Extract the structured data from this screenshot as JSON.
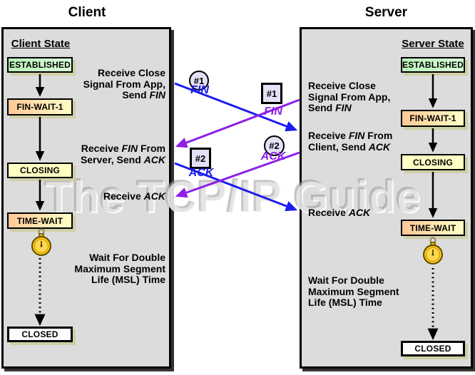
{
  "watermark": "The TCP/IP Guide",
  "colors": {
    "client_message_blue": "#1c1cee",
    "server_message_purple": "#8d1fe8",
    "panel_background": "#dcdcdc",
    "state_established_green": "#ccffcc",
    "state_transition_orange": "#ffcc99",
    "state_yellow": "#ffffc4",
    "marker_lavender": "#e4e1f6"
  },
  "client": {
    "title": "Client",
    "heading": "Client State",
    "states": {
      "established": "ESTABLISHED",
      "fin_wait_1": "FIN-WAIT-1",
      "closing": "CLOSING",
      "time_wait": "TIME-WAIT",
      "closed": "CLOSED"
    },
    "notes": {
      "close": {
        "l1": "Receive Close",
        "l2": "Signal From App,",
        "l3a": "Send ",
        "l3b": "FIN"
      },
      "recv_fin": {
        "l1a": "Receive ",
        "l1b": "FIN",
        "l1c": " From",
        "l2a": "Server, Send ",
        "l2b": "ACK"
      },
      "recv_ack": {
        "a": "Receive ",
        "b": "ACK"
      },
      "wait": {
        "l1": "Wait For Double",
        "l2": "Maximum Segment",
        "l3": "Life (MSL) Time"
      }
    }
  },
  "server": {
    "title": "Server",
    "heading": "Server State",
    "states": {
      "established": "ESTABLISHED",
      "fin_wait_1": "FIN-WAIT-1",
      "closing": "CLOSING",
      "time_wait": "TIME-WAIT",
      "closed": "CLOSED"
    },
    "notes": {
      "close": {
        "l1": "Receive Close",
        "l2": "Signal From App,",
        "l3a": "Send ",
        "l3b": "FIN"
      },
      "recv_fin": {
        "l1a": "Receive ",
        "l1b": "FIN",
        "l1c": " From",
        "l2a": "Client, Send ",
        "l2b": "ACK"
      },
      "recv_ack": {
        "a": "Receive ",
        "b": "ACK"
      },
      "wait": {
        "l1": "Wait For Double",
        "l2": "Maximum Segment",
        "l3": "Life (MSL) Time"
      }
    }
  },
  "messages": {
    "fin_client": {
      "id": "#1",
      "label": "FIN"
    },
    "fin_server": {
      "id": "#1",
      "label": "FIN"
    },
    "ack_client": {
      "id": "#2",
      "label": "ACK"
    },
    "ack_server": {
      "id": "#2",
      "label": "ACK"
    }
  }
}
